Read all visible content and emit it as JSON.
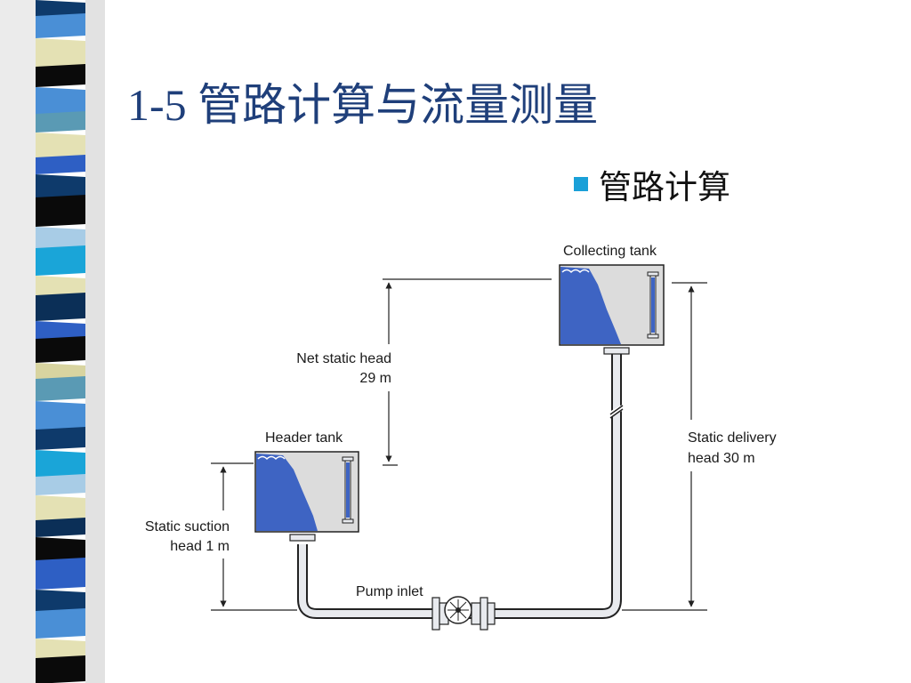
{
  "slide": {
    "title": "1-5 管路计算与流量测量",
    "bullet": "管路计算"
  },
  "diagram": {
    "labels": {
      "collecting_tank": "Collecting tank",
      "header_tank": "Header tank",
      "net_static_head_1": "Net static head",
      "net_static_head_2": "29 m",
      "static_delivery_1": "Static delivery",
      "static_delivery_2": "head 30 m",
      "static_suction_1": "Static suction",
      "static_suction_2": "head 1 m",
      "pump_inlet": "Pump inlet"
    },
    "colors": {
      "water": "#3e64c3",
      "tank_fill": "#dcdcdc",
      "pipe": "#e8eaee",
      "outline": "#222222",
      "title": "#1f3f7a",
      "bullet": "#1aa0d8"
    }
  },
  "sidebar": {
    "colors": [
      "#0e3a6b",
      "#4a8fd6",
      "#e4e1b4",
      "#0a0a0a",
      "#5a9ab4",
      "#2e5fc4",
      "#a8cce6",
      "#1aa5d8",
      "#0b2f57",
      "#d8d4a0"
    ]
  }
}
